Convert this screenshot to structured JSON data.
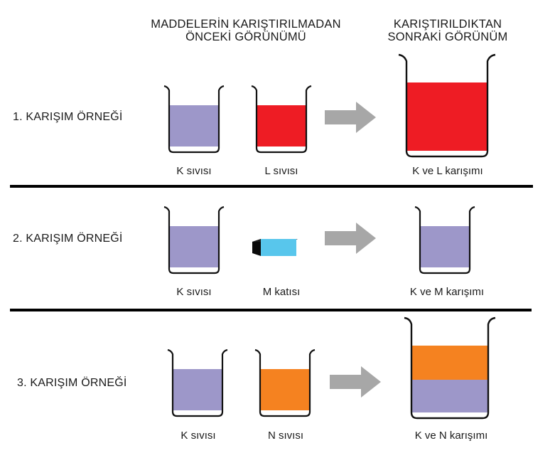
{
  "colors": {
    "K": "#9d97c9",
    "L": "#ee1c24",
    "M_top": "#58c6ec",
    "M_side": "#0a0a0a",
    "N": "#f58220",
    "arrow": "#a7a7a7",
    "separator": "#000000"
  },
  "header": {
    "before_line1": "MADDELERİN KARIŞTIRILMADAN",
    "before_line2": "ÖNCEKİ GÖRÜNÜMÜ",
    "after_line1": "KARIŞTIRILDIKTAN",
    "after_line2": "SONRAKİ GÖRÜNÜM"
  },
  "examples": [
    {
      "label": "1. KARIŞIM ÖRNEĞİ",
      "item1": "K sıvısı",
      "item2": "L sıvısı",
      "result": "K ve L karışımı"
    },
    {
      "label": "2. KARIŞIM ÖRNEĞİ",
      "item1": "K sıvısı",
      "item2": "M katısı",
      "result": "K ve M karışımı"
    },
    {
      "label": "3. KARIŞIM ÖRNEĞİ",
      "item1": "K sıvısı",
      "item2": "N sıvısı",
      "result": "K ve N karışımı"
    }
  ]
}
